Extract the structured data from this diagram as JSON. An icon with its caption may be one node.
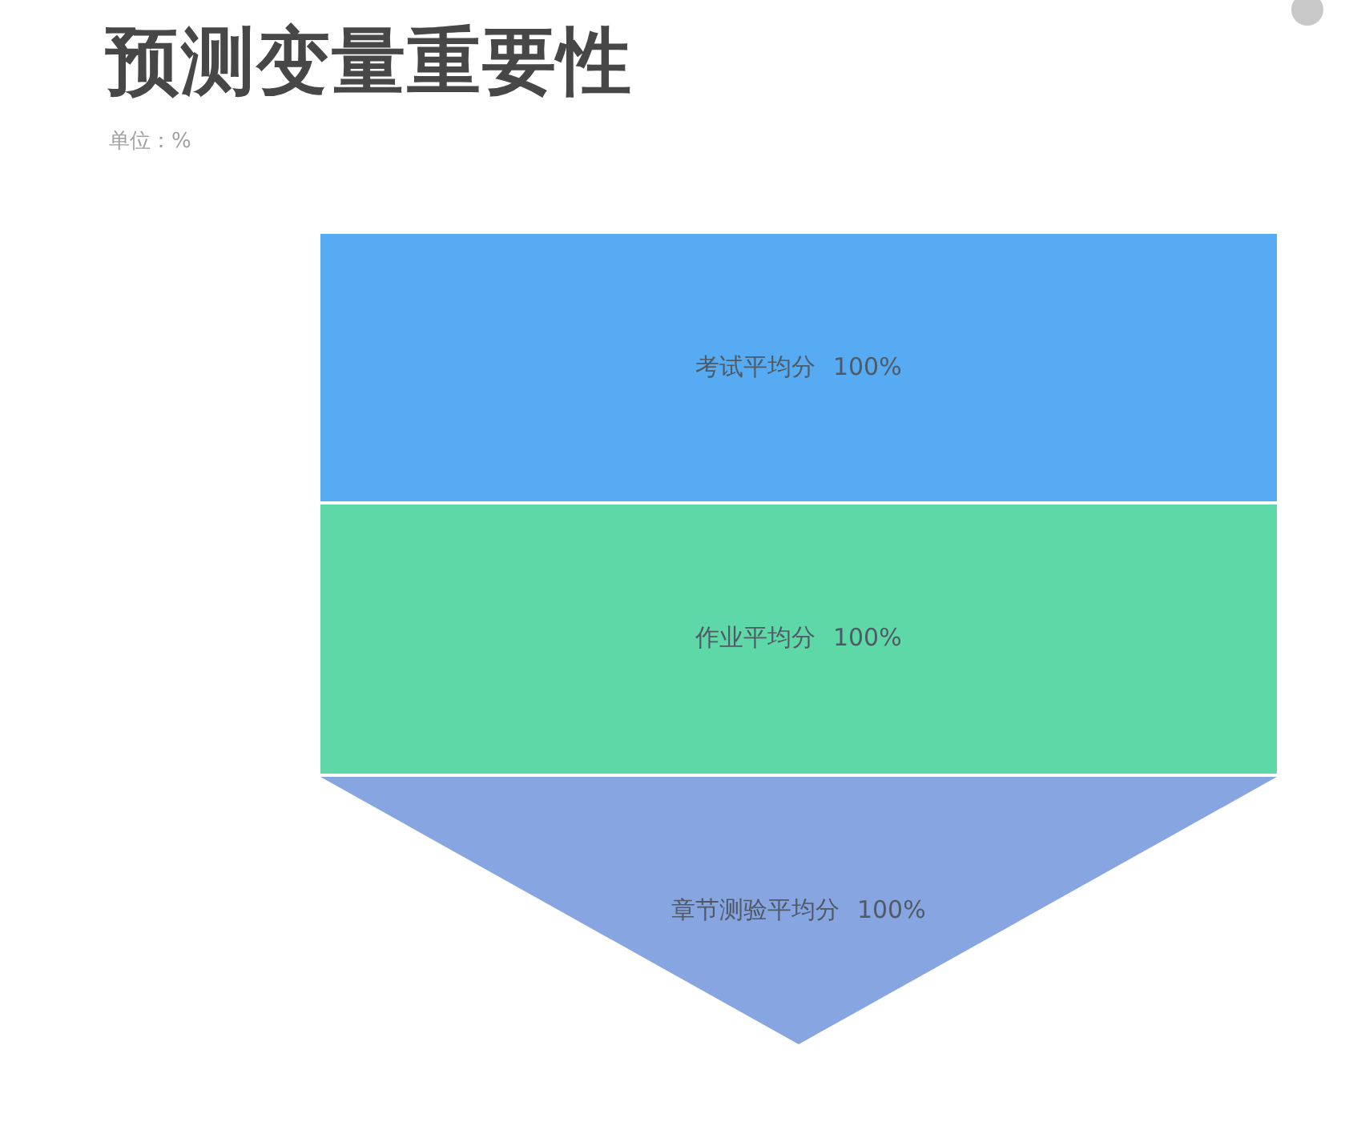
{
  "diagram": {
    "title": "预测变量重要性",
    "nodes": [
      {
        "text": [
          "考试平均分 100%"
        ]
      },
      {
        "text": [
          "作业平均分 100%"
        ]
      },
      {
        "text": [
          "章节测验平均分 100%"
        ]
      }
    ],
    "labels": [
      "单位：%"
    ]
  }
}
